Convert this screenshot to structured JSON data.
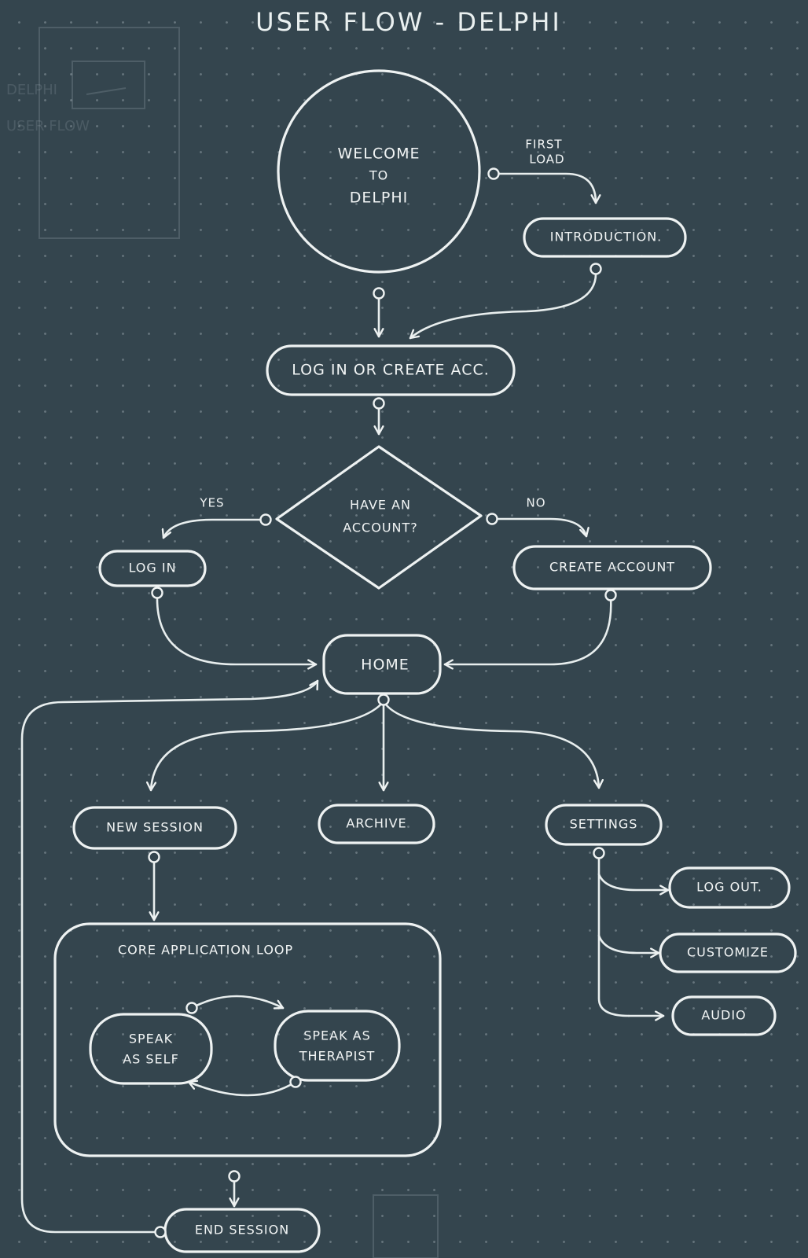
{
  "title": "USER FLOW - DELPHI",
  "nodes": {
    "welcome": [
      "WELCOME",
      "TO",
      "DELPHI"
    ],
    "introduction": "INTRODUCTION.",
    "login_or_create": "LOG IN OR CREATE ACC.",
    "have_account": [
      "HAVE AN",
      "ACCOUNT?"
    ],
    "log_in": "LOG IN",
    "create_account": "CREATE ACCOUNT",
    "home": "HOME",
    "new_session": "NEW SESSION",
    "archive": "ARCHIVE",
    "settings": "SETTINGS",
    "log_out": "LOG OUT.",
    "customize": "CUSTOMIZE",
    "audio": "AUDIO",
    "core_loop": "CORE APPLICATION LOOP",
    "speak_as_self": [
      "SPEAK",
      "AS SELF"
    ],
    "speak_as_therapist": [
      "SPEAK AS",
      "THERAPIST"
    ],
    "end_session": "END SESSION"
  },
  "edge_labels": {
    "first_load": [
      "FIRST",
      "LOAD"
    ],
    "yes": "YES",
    "no": "NO"
  },
  "faint_text": [
    "DELPHI",
    "USER FLOW"
  ]
}
